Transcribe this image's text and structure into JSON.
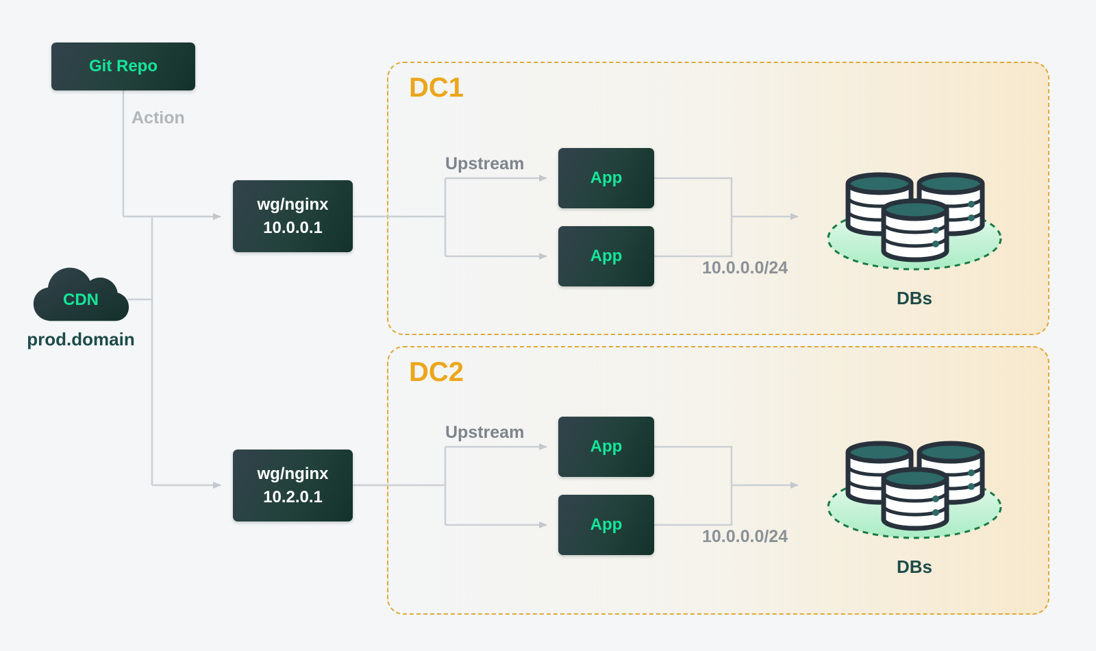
{
  "git_repo": {
    "label": "Git Repo"
  },
  "action": {
    "label": "Action"
  },
  "cdn": {
    "label": "CDN",
    "domain": "prod.domain"
  },
  "gateways": [
    {
      "name": "wg/nginx",
      "ip": "10.0.0.1"
    },
    {
      "name": "wg/nginx",
      "ip": "10.2.0.1"
    }
  ],
  "datacenters": [
    {
      "title": "DC1",
      "upstream": "Upstream",
      "apps": [
        "App",
        "App"
      ],
      "subnet": "10.0.0.0/24",
      "dbs": "DBs"
    },
    {
      "title": "DC2",
      "upstream": "Upstream",
      "apps": [
        "App",
        "App"
      ],
      "subnet": "10.0.0.0/24",
      "dbs": "DBs"
    }
  ],
  "icons": {
    "cdn": "cloud-icon",
    "databases": "database-cluster-icon"
  },
  "colors": {
    "background": "#f4f6f7",
    "node_gradient_start": "#33434c",
    "node_gradient_end": "#14312b",
    "accent_green": "#15e59a",
    "dc_border": "#e0a83a",
    "dc_title": "#eba61b",
    "connector": "#cbd0d5",
    "muted_label": "#868c93",
    "dark_teal_text": "#1d4b4a",
    "db_glow_green": "#a9ecc4",
    "db_top_teal": "#2e6a68",
    "db_outline": "#28323c"
  }
}
